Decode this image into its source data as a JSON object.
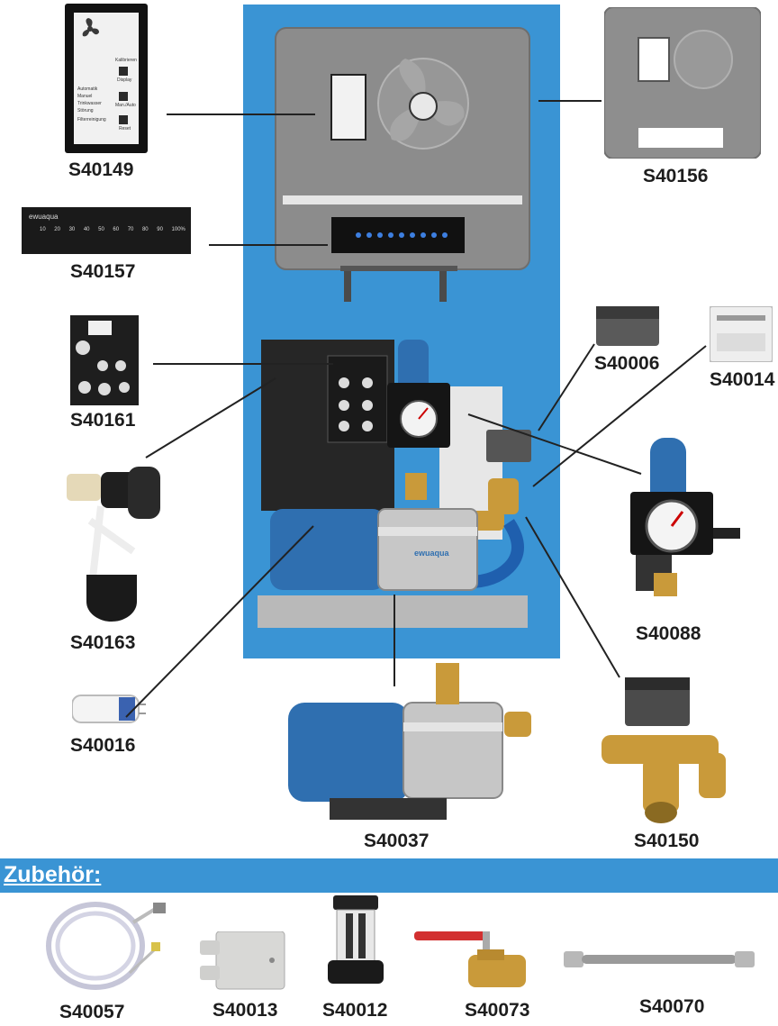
{
  "parts": {
    "s40149": "S40149",
    "s40156": "S40156",
    "s40157": "S40157",
    "s40161": "S40161",
    "s40006": "S40006",
    "s40014": "S40014",
    "s40163": "S40163",
    "s40088": "S40088",
    "s40016": "S40016",
    "s40037": "S40037",
    "s40150": "S40150"
  },
  "control_panel": {
    "lines": [
      "Automatik",
      "Manuel",
      "Trinkwasser",
      "Störung",
      "Filterreinigung"
    ],
    "button_labels": [
      "Kalibrieren",
      "Display",
      "Man./Auto",
      "Reset"
    ]
  },
  "level_display": {
    "brand": "ewuaqua",
    "levels": [
      "10",
      "20",
      "30",
      "40",
      "50",
      "60",
      "70",
      "80",
      "90",
      "100%"
    ]
  },
  "accessories": {
    "title": "Zubehör:",
    "items": [
      "S40057",
      "S40013",
      "S40012",
      "S40073",
      "S40070"
    ]
  },
  "colors": {
    "panel_blue": "#3a94d4",
    "pump_blue": "#2f6fb0",
    "housing_gray": "#8b8b8b",
    "brass": "#c99a3a"
  }
}
